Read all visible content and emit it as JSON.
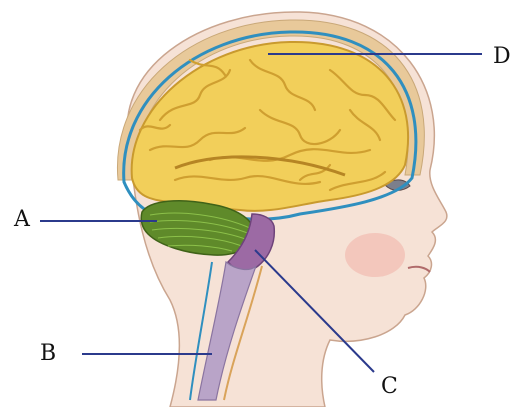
{
  "labels": {
    "a": "A",
    "b": "B",
    "c": "C",
    "d": "D"
  },
  "structures": {
    "a": "cerebellum",
    "b": "spinal-cord",
    "c": "brainstem",
    "d": "cerebrum"
  },
  "colors": {
    "cerebrum": "#f2cf5a",
    "cerebrum_shadow": "#d9a934",
    "cerebellum": "#5f8a2a",
    "brainstem": "#9c6aa4",
    "spinal_cord": "#b9a4c8",
    "meninges": "#2f8fbf",
    "skull": "#e8c99a",
    "skin": "#f6e2d6",
    "leader_line": "#2b3a8c"
  }
}
